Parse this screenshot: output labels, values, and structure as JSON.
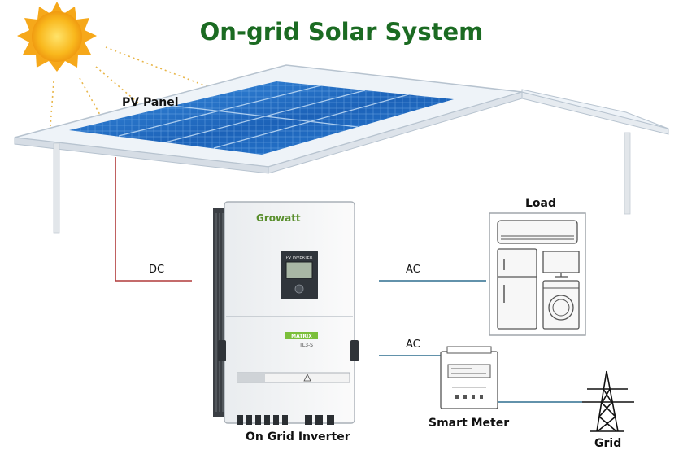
{
  "title": "On-grid Solar System",
  "labels": {
    "pv_panel": "PV Panel",
    "dc": "DC",
    "ac_load": "AC",
    "ac_meter": "AC",
    "load": "Load",
    "inverter": "On Grid Inverter",
    "smart_meter": "Smart Meter",
    "grid": "Grid"
  },
  "inverter_text": {
    "brand": "Growatt",
    "screen_label": "PV INVERTER",
    "model_badge": "MATRIX",
    "model": "TL3-S"
  },
  "colors": {
    "title": "#1b6b22",
    "dc_wire": "#b03a3a",
    "ac_wire": "#2f6f8f",
    "sun": "#f7b21b",
    "panel": "#1f6fc2"
  }
}
